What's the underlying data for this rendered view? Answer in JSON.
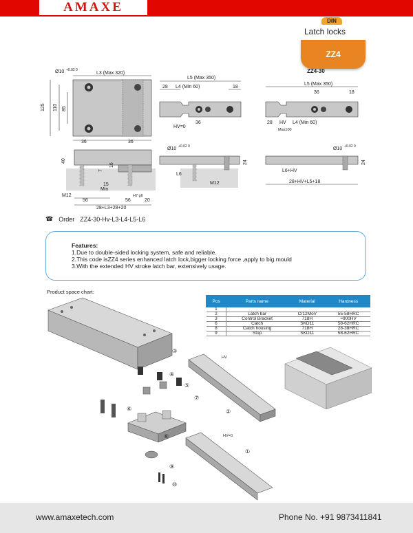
{
  "header": {
    "logo": "AMAXE",
    "brand_color": "#e10600"
  },
  "product": {
    "badge": "DIN",
    "title": "Latch locks",
    "code": "ZZ4",
    "accent_color": "#e88422"
  },
  "drawing": {
    "top_view": {
      "hole_dia": "Ø10",
      "tol": "+0.02 0",
      "l3": "L3 (Max 320)",
      "h125": "125",
      "h110": "110",
      "h85": "85",
      "w36a": "36",
      "w36b": "36"
    },
    "latch_bar": {
      "l5": "L5 (Max 350)",
      "w28": "28",
      "l4": "L4 (Min 60)",
      "w18": "18",
      "w36": "36",
      "hv": "HV=0"
    },
    "zz430": {
      "title": "ZZ4-30",
      "l5": "L5 (Max 350)",
      "w36": "36",
      "w18": "18",
      "w28": "28",
      "hv": "HV",
      "l4": "L4 (Min 60)",
      "max": "Max100"
    },
    "side_view": {
      "h40": "40",
      "h16": "16",
      "h7": "7",
      "h15": "15",
      "min": "Min",
      "m12": "M12",
      "w56a": "56",
      "w56b": "56",
      "fit": "H7 g6",
      "w20": "20",
      "total": "28+L3+28+20"
    },
    "bar_side": {
      "hole_dia": "Ø10",
      "tol": "+0.02 0",
      "l6": "L6",
      "m12": "M12",
      "h24": "24"
    },
    "bar_side2": {
      "hole_dia": "Ø10",
      "tol": "+0.02 0",
      "dim": "L6+HV",
      "h24": "24",
      "total": "28+HV+L5+18"
    }
  },
  "order": {
    "label": "Order",
    "code": "ZZ4-30-Hv-L3-L4-L5-L6"
  },
  "features": {
    "title": "Features:",
    "items": [
      "1.Due to double-sided locking system, safe and reliable.",
      "2.This code isZZ4 series enhanced latch lock,bigger locking force ,apply to big mould",
      "3.With the extended HV stroke latch bar, extensively usage."
    ]
  },
  "space_chart": {
    "label": "Product space chart:"
  },
  "parts_table": {
    "headers": [
      "Pos",
      "Parts name",
      "Material",
      "Hardness"
    ],
    "rows": [
      [
        "1",
        "",
        "",
        ""
      ],
      [
        "2",
        "Latch bar",
        "Cr12MoV",
        "55-58HRC"
      ],
      [
        "3",
        "Control Bracket",
        "718H",
        "≈900HV"
      ],
      [
        "6",
        "Catch",
        "SKD11",
        "58-62HRC"
      ],
      [
        "8",
        "Catch  housing",
        "718H",
        "28-38HRC"
      ],
      [
        "9",
        "Stop",
        "SKD11",
        "58-62HRC"
      ]
    ]
  },
  "callouts": {
    "c1": "①",
    "c2": "②",
    "c3": "③",
    "c4": "④",
    "c5": "⑤",
    "c6": "⑥",
    "c7": "⑦",
    "c8": "⑧",
    "c9": "⑨",
    "c10": "⑩",
    "hv": "HV",
    "hv0": "HV=0"
  },
  "footer": {
    "website": "www.amaxetech.com",
    "phone": "Phone No. +91 9873411841"
  }
}
